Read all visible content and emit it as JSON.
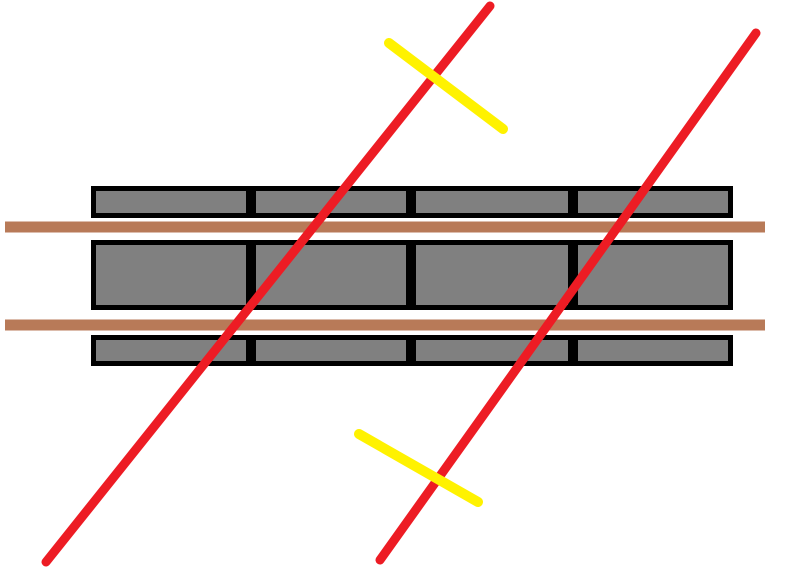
{
  "diagram": {
    "colors": {
      "background": "#ffffff",
      "block_fill": "#808080",
      "block_outline": "#000000",
      "rail": "#b87a58",
      "red_line": "#ed1c24",
      "yellow_marker": "#fff200"
    },
    "parts": {
      "block_rows": 3,
      "block_columns": 4,
      "rails": 2,
      "red_lines": 2,
      "yellow_markers": 2
    }
  }
}
